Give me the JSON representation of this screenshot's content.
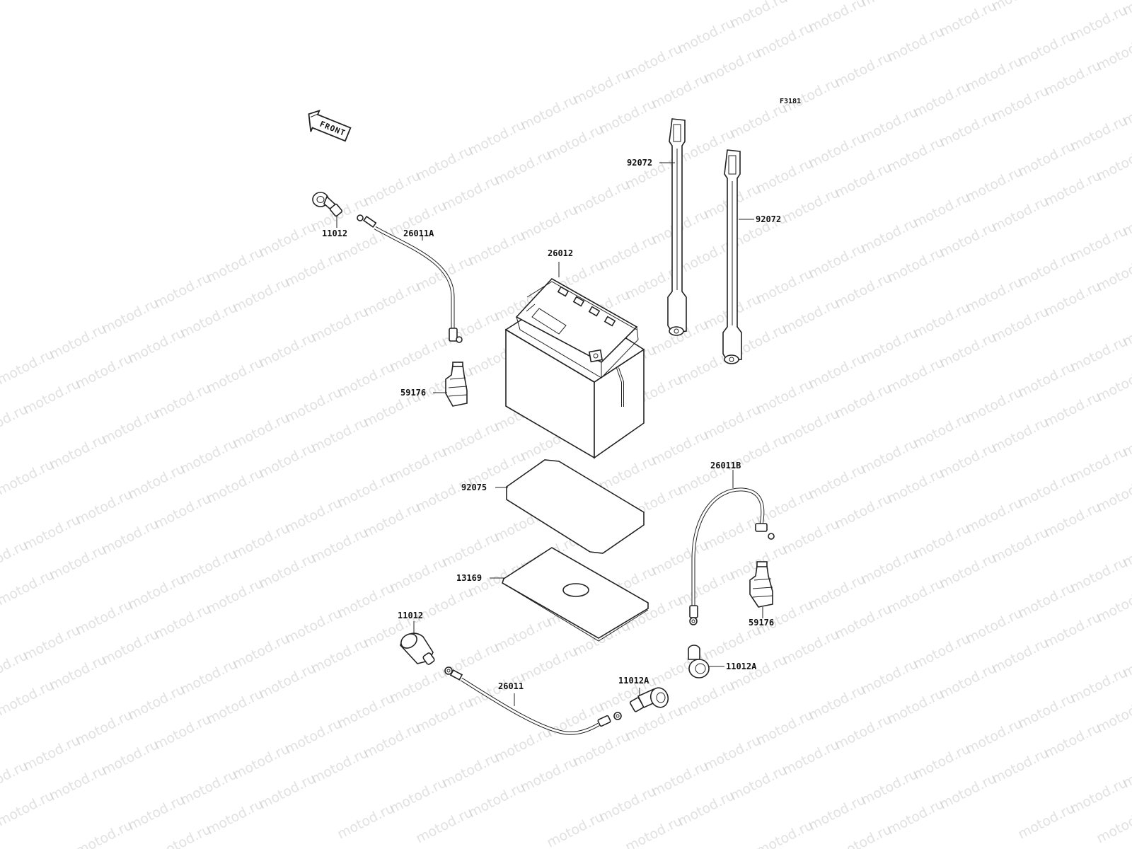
{
  "figure_code": "F3181",
  "front_label": "FRONT",
  "watermark": "motod.ru",
  "parts": {
    "bracket_top_left": "11012",
    "cable_top": "26011A",
    "battery": "26012",
    "band_1": "92072",
    "band_2": "92072",
    "cap_top": "59176",
    "pad_92075": "92075",
    "cable_right": "26011B",
    "mat_13169": "13169",
    "cap_right": "59176",
    "cover_bottom_left": "11012",
    "cover_right": "11012A",
    "cable_bottom": "26011",
    "cover_bottom_right": "11012A"
  }
}
